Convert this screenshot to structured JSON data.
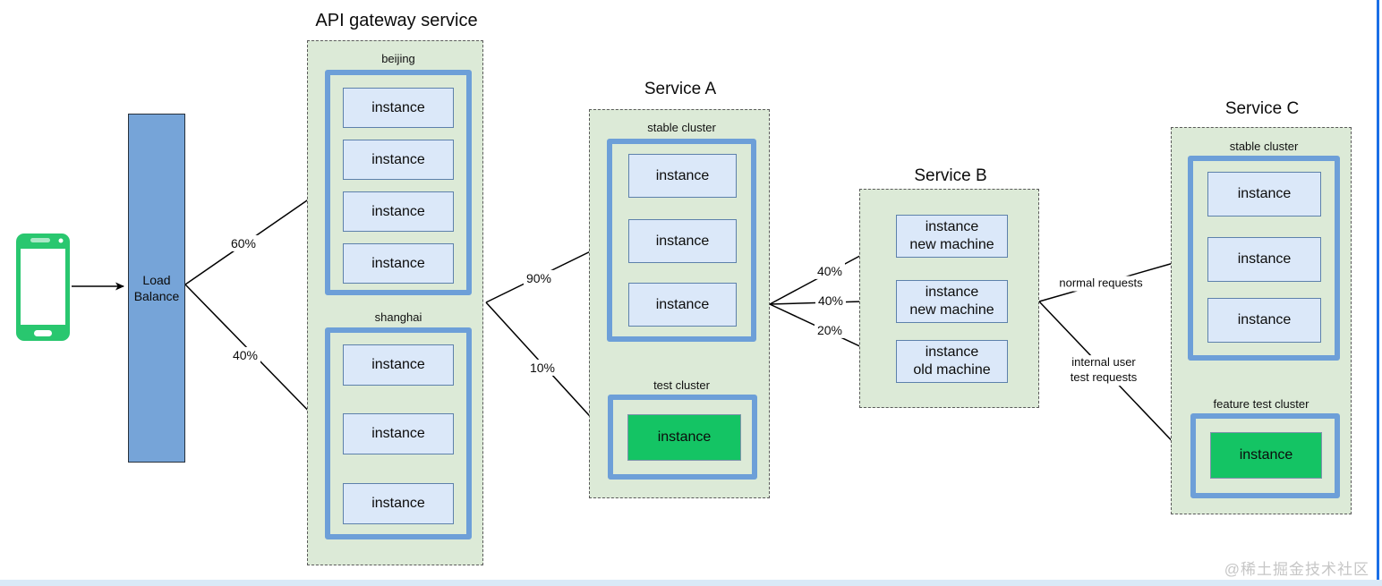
{
  "colors": {
    "group_fill": "#dcead7",
    "cluster_border": "#6d9fd8",
    "instance_fill": "#dbe8f9",
    "instance_border": "#5d81ab",
    "green_instance": "#14c464",
    "load_balancer_fill": "#76a4d8",
    "phone_green": "#29c76f",
    "watermark_gray": "#c6c6c6"
  },
  "client": {
    "icon": "mobile-phone-icon"
  },
  "load_balancer": {
    "label": "Load Balance"
  },
  "api_gateway": {
    "title": "API gateway service",
    "beijing": {
      "label": "beijing",
      "instances": [
        "instance",
        "instance",
        "instance",
        "instance"
      ]
    },
    "shanghai": {
      "label": "shanghai",
      "instances": [
        "instance",
        "instance",
        "instance"
      ]
    }
  },
  "service_a": {
    "title": "Service A",
    "stable_cluster": {
      "label": "stable cluster",
      "instances": [
        "instance",
        "instance",
        "instance"
      ]
    },
    "test_cluster": {
      "label": "test cluster",
      "instances": [
        "instance"
      ]
    }
  },
  "service_b": {
    "title": "Service B",
    "instances": [
      "instance\nnew machine",
      "instance\nnew machine",
      "instance\nold machine"
    ]
  },
  "service_c": {
    "title": "Service C",
    "stable_cluster": {
      "label": "stable cluster",
      "instances": [
        "instance",
        "instance",
        "instance"
      ]
    },
    "feature_test_cluster": {
      "label": "feature test cluster",
      "instances": [
        "instance"
      ]
    }
  },
  "edge_labels": {
    "lb_to_beijing": "60%",
    "lb_to_shanghai": "40%",
    "gateway_to_stable": "90%",
    "gateway_to_test": "10%",
    "a_to_b_new1": "40%",
    "a_to_b_new2": "40%",
    "a_to_b_old": "20%",
    "b_to_c_normal": "normal requests",
    "b_to_c_test": "internal user\ntest requests"
  },
  "watermark": "@稀土掘金技术社区"
}
